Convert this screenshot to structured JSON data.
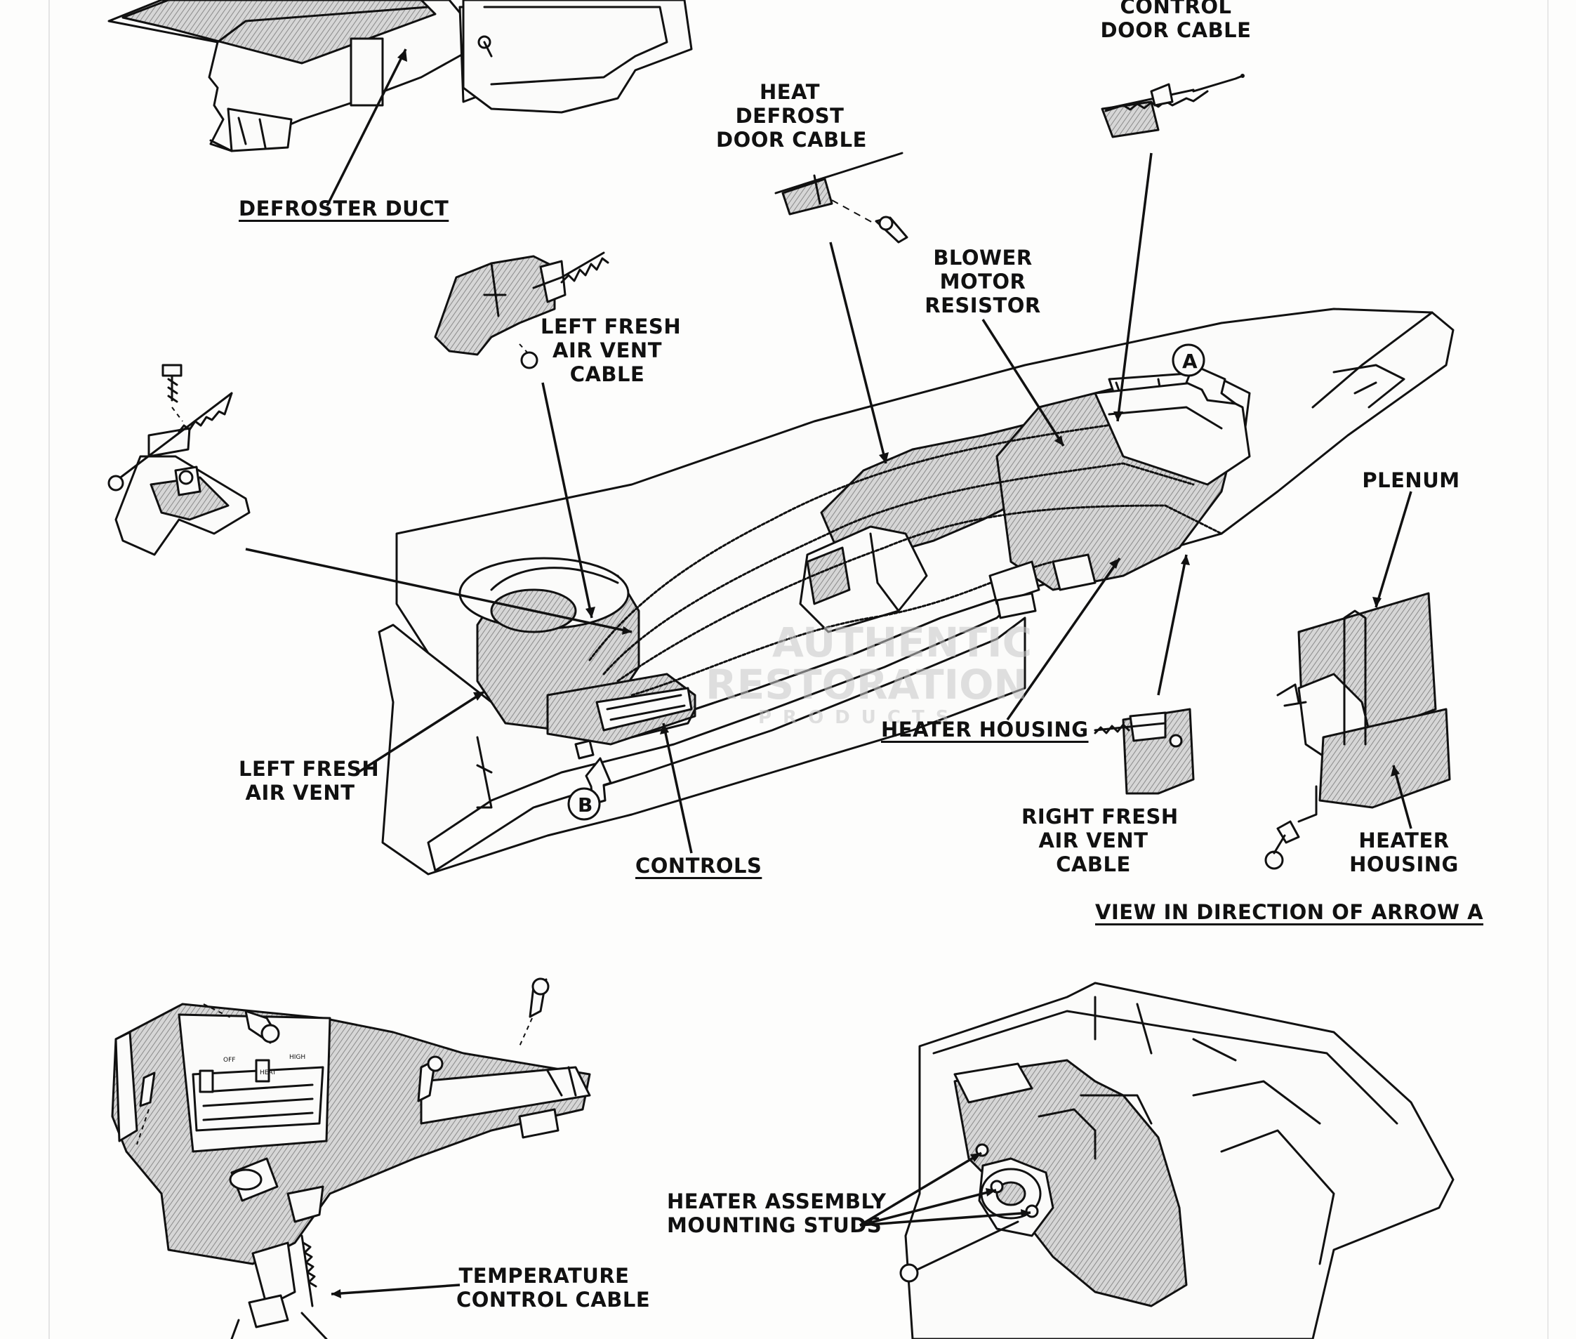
{
  "labels": {
    "control_door_cable_l1": "CONTROL",
    "control_door_cable_l2": "DOOR CABLE",
    "heat_defrost_l1": "HEAT",
    "heat_defrost_l2": "DEFROST",
    "heat_defrost_l3": "DOOR CABLE",
    "defroster_duct": "DEFROSTER DUCT",
    "blower_l1": "BLOWER",
    "blower_l2": "MOTOR",
    "blower_l3": "RESISTOR",
    "left_cable_l1": "LEFT FRESH",
    "left_cable_l2": "AIR VENT",
    "left_cable_l3": "CABLE",
    "plenum": "PLENUM",
    "heater_housing_main": "HEATER HOUSING",
    "left_vent_l1": "LEFT FRESH",
    "left_vent_l2": "AIR VENT",
    "controls": "CONTROLS",
    "right_cable_l1": "RIGHT FRESH",
    "right_cable_l2": "AIR VENT",
    "right_cable_l3": "CABLE",
    "heater_housing_small_l1": "HEATER",
    "heater_housing_small_l2": "HOUSING",
    "view_arrow_a": "VIEW IN DIRECTION OF ARROW A",
    "studs_l1": "HEATER ASSEMBLY",
    "studs_l2": "MOUNTING STUDS",
    "temp_cable_l1": "TEMPERATURE",
    "temp_cable_l2": "CONTROL CABLE",
    "marker_a": "A",
    "marker_b": "B",
    "panel_off": "OFF",
    "panel_high": "HIGH",
    "panel_heat": "HEAT",
    "watermark_l1": "AUTHENTIC",
    "watermark_l2": "RESTORATION",
    "watermark_l3": "PRODUCTS"
  }
}
